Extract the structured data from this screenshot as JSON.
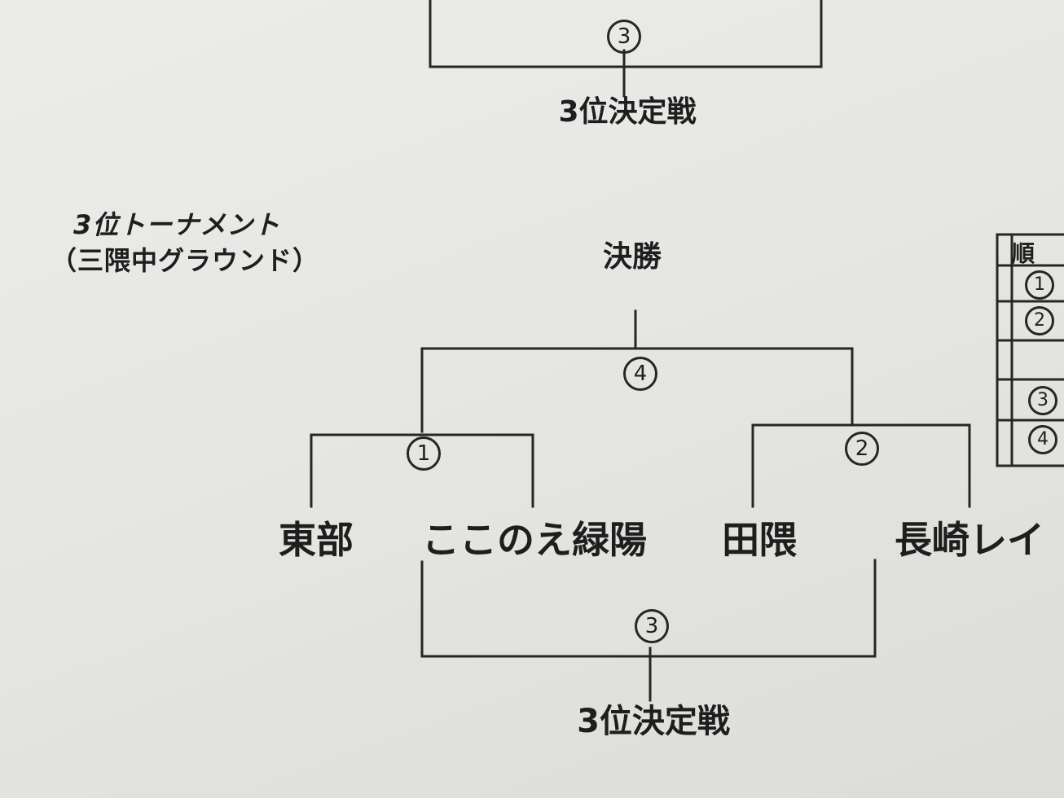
{
  "header": {
    "title": "3位トーナメント",
    "venue": "（三隈中グラウンド）"
  },
  "top_fragment": {
    "match_number": "3",
    "label": "3位決定戦"
  },
  "bracket": {
    "final_label": "決勝",
    "third_place_label": "3位決定戦",
    "matches": [
      {
        "number": "1",
        "teams": [
          "東部",
          "ここのえ緑陽"
        ]
      },
      {
        "number": "2",
        "teams": [
          "田隈",
          "長崎レイ"
        ]
      },
      {
        "number": "3",
        "type": "third_place"
      },
      {
        "number": "4",
        "type": "final"
      }
    ]
  },
  "side_table": {
    "header": "順",
    "rows": [
      "1",
      "2",
      "",
      "3",
      "4"
    ]
  }
}
